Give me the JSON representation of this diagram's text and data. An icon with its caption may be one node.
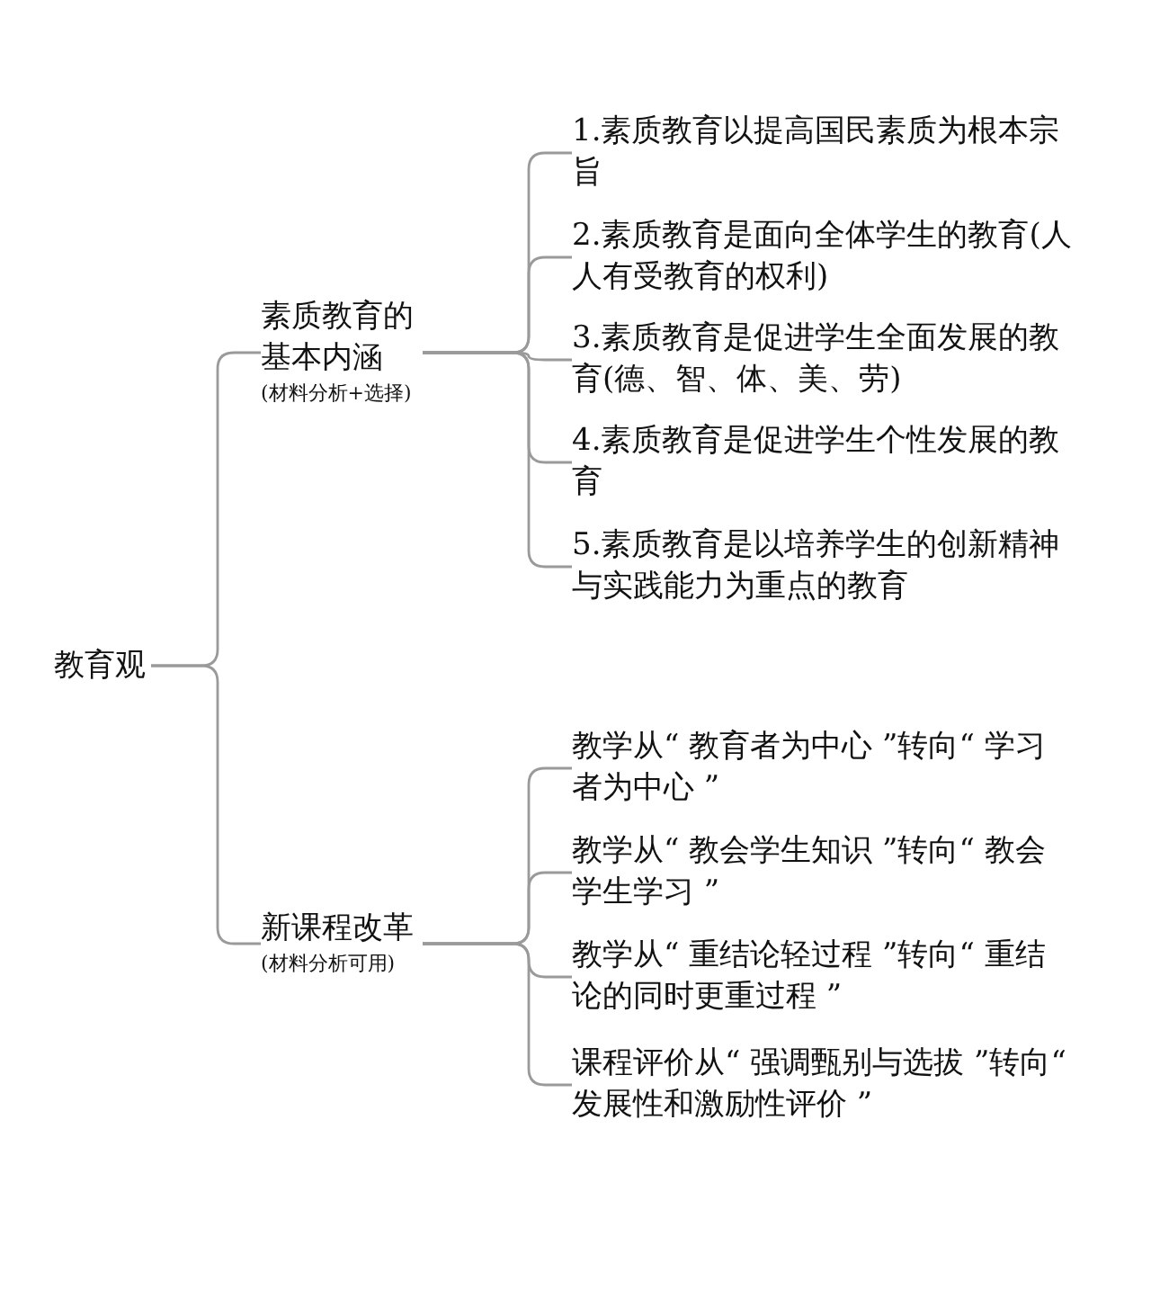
{
  "diagram": {
    "nodes": [
      {
        "text": [
          "教育观"
        ]
      },
      {
        "text": [
          "素质教育的基本内涵",
          "(材料分析+选择)"
        ]
      },
      {
        "text": [
          "1.素质教育以提高国民素质为根本宗旨"
        ]
      },
      {
        "text": [
          "2.素质教育是面向全体学生的教育(人人有受教育的权利)"
        ]
      },
      {
        "text": [
          "3.素质教育是促进学生全面发展的教育(德、智、体、美、劳)"
        ]
      },
      {
        "text": [
          "4.素质教育是促进学生个性发展的教育"
        ]
      },
      {
        "text": [
          "5.素质教育是以培养学生的创新精神与实践能力为重点的教育"
        ]
      },
      {
        "text": [
          "新课程改革",
          "(材料分析可用)"
        ]
      },
      {
        "text": [
          "教学从“ 教育者为中心 ”转向“ 学习者为中心 ”"
        ]
      },
      {
        "text": [
          "教学从“ 教会学生知识 ”转向“ 教会学生学习 ”"
        ]
      },
      {
        "text": [
          "教学从“ 重结论轻过程 ”转向“ 重结论的同时更重过程 ”"
        ]
      },
      {
        "text": [
          "课程评价从“ 强调甄别与选拔 ”转向“ 发展性和激励性评价 ”"
        ]
      }
    ],
    "edges": [
      {
        "from": 0,
        "to": 1,
        "arrow": "none"
      },
      {
        "from": 0,
        "to": 7,
        "arrow": "none"
      },
      {
        "from": 1,
        "to": 2,
        "arrow": "none"
      },
      {
        "from": 1,
        "to": 3,
        "arrow": "none"
      },
      {
        "from": 1,
        "to": 4,
        "arrow": "none"
      },
      {
        "from": 1,
        "to": 5,
        "arrow": "none"
      },
      {
        "from": 1,
        "to": 6,
        "arrow": "none"
      },
      {
        "from": 7,
        "to": 8,
        "arrow": "none"
      },
      {
        "from": 7,
        "to": 9,
        "arrow": "none"
      },
      {
        "from": 7,
        "to": 10,
        "arrow": "none"
      },
      {
        "from": 7,
        "to": 11,
        "arrow": "none"
      }
    ]
  }
}
